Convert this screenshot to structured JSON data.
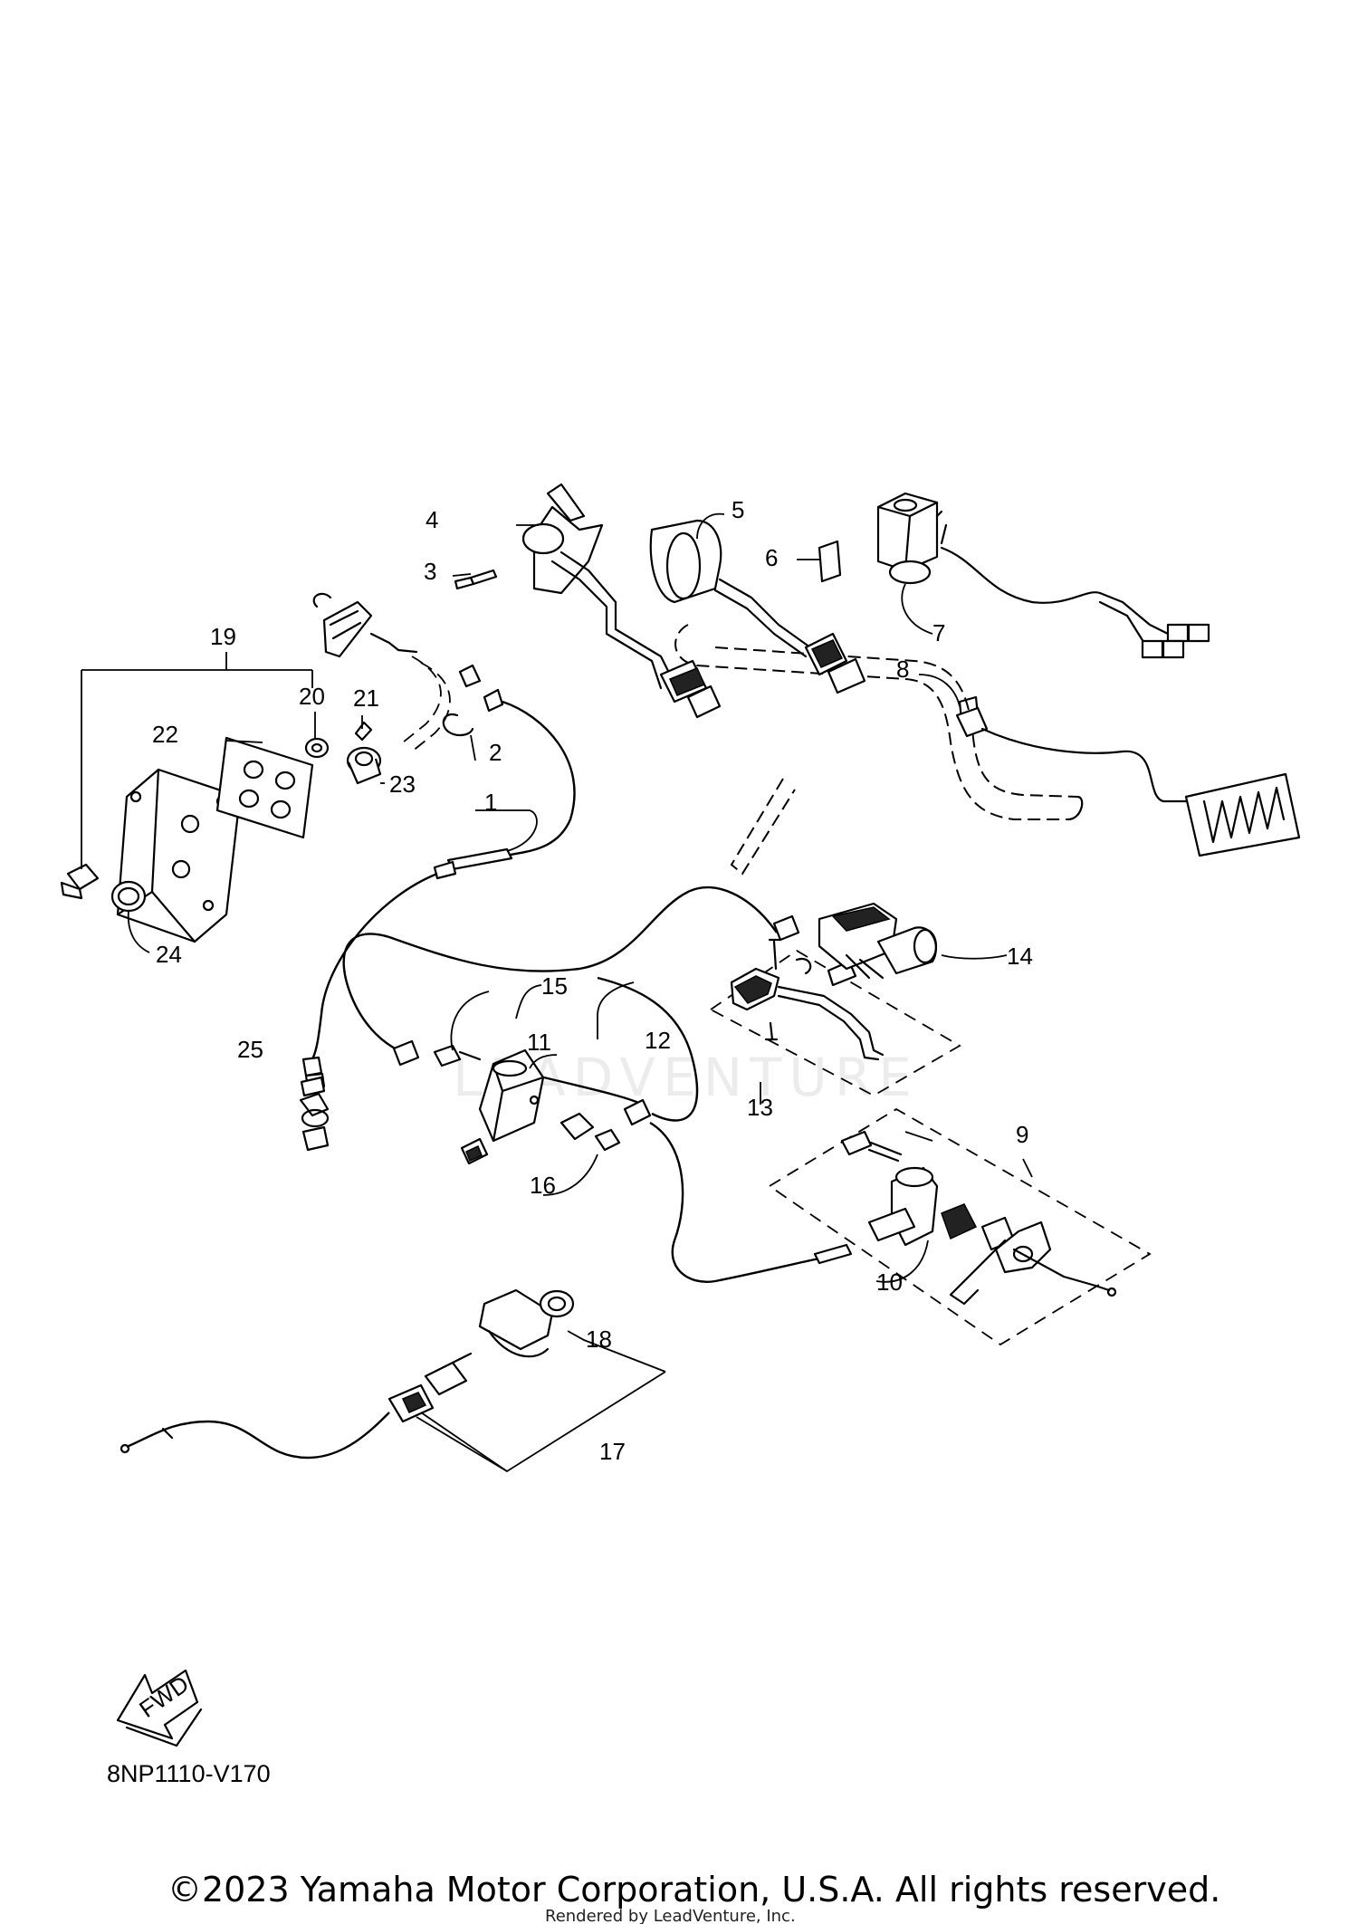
{
  "diagram_code": "8NP1110-V170",
  "fwd_arrow_label": "FWD",
  "copyright": "©2023 Yamaha Motor Corporation, U.S.A. All rights reserved.",
  "rendered_by": "Rendered by LeadVenture, Inc.",
  "watermark_text": "LEADVENTURE",
  "callouts": [
    "1",
    "2",
    "3",
    "4",
    "5",
    "6",
    "7",
    "8",
    "9",
    "10",
    "11",
    "12",
    "13",
    "14",
    "15",
    "16",
    "17",
    "18",
    "19",
    "20",
    "21",
    "22",
    "23",
    "24",
    "25"
  ]
}
